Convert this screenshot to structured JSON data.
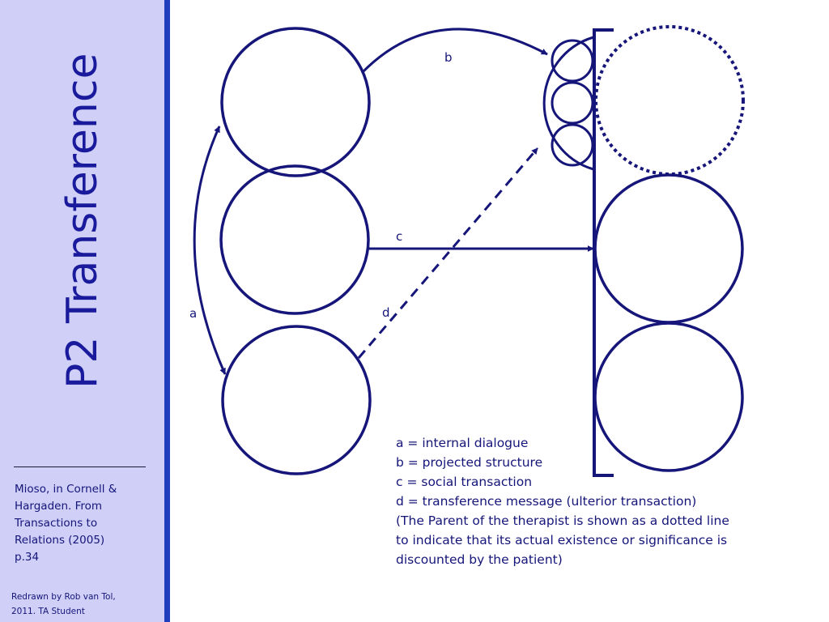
{
  "slide": {
    "title": "P2 Transference"
  },
  "citation": {
    "lines": [
      "Mioso, in Cornell &",
      "Hargaden. From",
      "Transactions to",
      "Relations (2005)",
      "p.34"
    ]
  },
  "credit": {
    "lines": [
      "Redrawn by Rob van Tol,",
      "2011. TA Student"
    ]
  },
  "diagram": {
    "labels": {
      "a": "a",
      "b": "b",
      "c": "c",
      "d": "d"
    },
    "legend": [
      "a = internal dialogue",
      "b = projected structure",
      "c = social transaction",
      "d = transference message (ulterior transaction)",
      "(The Parent of the therapist is shown as a dotted line",
      "to indicate that its actual existence or significance is",
      "discounted by the patient)"
    ]
  },
  "colors": {
    "sidebar": "#cfcff8",
    "stripe": "#1f3fbf",
    "ink": "#15157a"
  }
}
